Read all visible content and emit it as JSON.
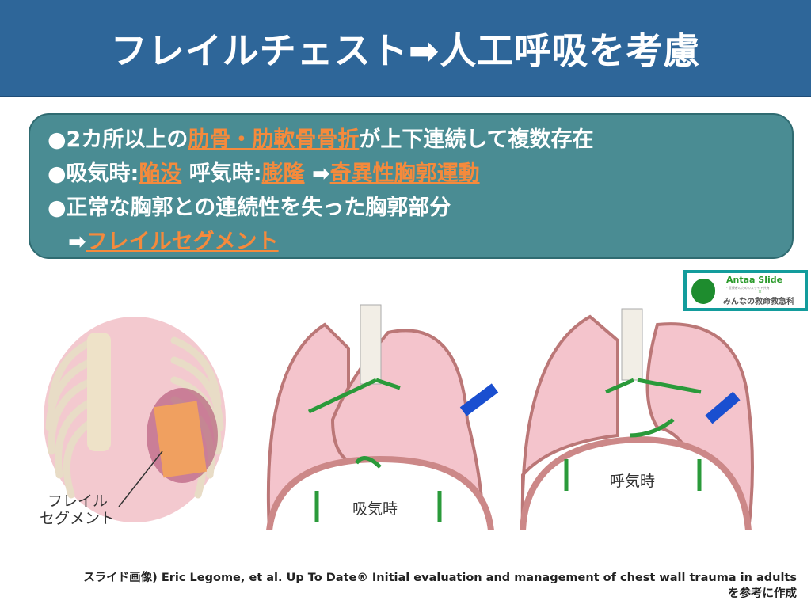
{
  "title": "フレイルチェスト➡人工呼吸を考慮",
  "bullets": [
    {
      "pre": "●2カ所以上の",
      "hl": "肋骨・肋軟骨骨折",
      "post": "が上下連続して複数存在"
    },
    {
      "pre": "●吸気時:",
      "hl": "陥没",
      "mid": " 呼気時:",
      "hl2": "膨隆",
      "arrow": " ➡",
      "hl3": "奇異性胸郭運動"
    },
    {
      "pre": "●正常な胸郭との連続性を失った胸郭部分"
    },
    {
      "arrow": "➡",
      "hl": "フレイルセグメント"
    }
  ],
  "figure": {
    "segment_label_1": "フレイル",
    "segment_label_2": "セグメント",
    "inspiration_label": "吸気時",
    "expiration_label": "呼気時"
  },
  "logo": {
    "name": "Antaa Slide",
    "sub": "- 医療者のためのスライド共有 -",
    "x": "×",
    "partner": "みんなの救命救急科"
  },
  "citation": {
    "line1": "スライド画像) Eric Legome, et al. Up To Date® Initial evaluation and management of chest wall trauma in adults",
    "line2": "を参考に作成"
  },
  "colors": {
    "header": "#2e6699",
    "box": "#4a8c93",
    "highlight": "#f58a3c",
    "arrow_green": "#2a9a3a",
    "arrow_blue": "#1a4fd0"
  }
}
